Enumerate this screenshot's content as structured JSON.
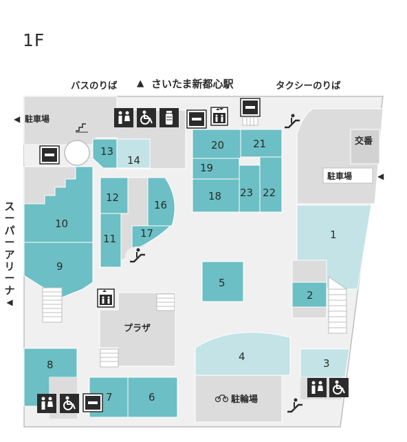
{
  "floor": "1F",
  "top_labels": {
    "bus": "バスのりば",
    "station_arrow": "▲",
    "station": "さいたま新都心駅",
    "taxi": "タクシーのりば"
  },
  "side_label": {
    "chars": [
      "ス",
      "ー",
      "パ",
      "ー",
      "ア",
      "リ",
      "ー",
      "ナ"
    ],
    "arrow": "◀"
  },
  "parking_labels": {
    "left": "駐車場",
    "left_arrow": "◀",
    "right": "駐車場",
    "right_arrow": "◀"
  },
  "koban": "交番",
  "plaza": "プラザ",
  "bicycle_parking": "駐輪場",
  "stores": [
    "1",
    "2",
    "3",
    "4",
    "5",
    "6",
    "7",
    "8",
    "9",
    "10",
    "11",
    "12",
    "13",
    "14",
    "16",
    "17",
    "18",
    "19",
    "20",
    "21",
    "22",
    "23"
  ],
  "icons": [
    "restroom-icon",
    "wheelchair-icon",
    "nursing-room-icon",
    "locker-icon",
    "elevator-icon",
    "escalator-icon",
    "stairs-icon",
    "bicycle-icon"
  ],
  "colors": {
    "teal": "#6cbfc4",
    "light_teal": "#c3e3e6",
    "gray": "#dcdcdc",
    "floor": "#f0f0f0",
    "wall": "#bdbdbd",
    "icon_dark": "#2b2b2b"
  }
}
